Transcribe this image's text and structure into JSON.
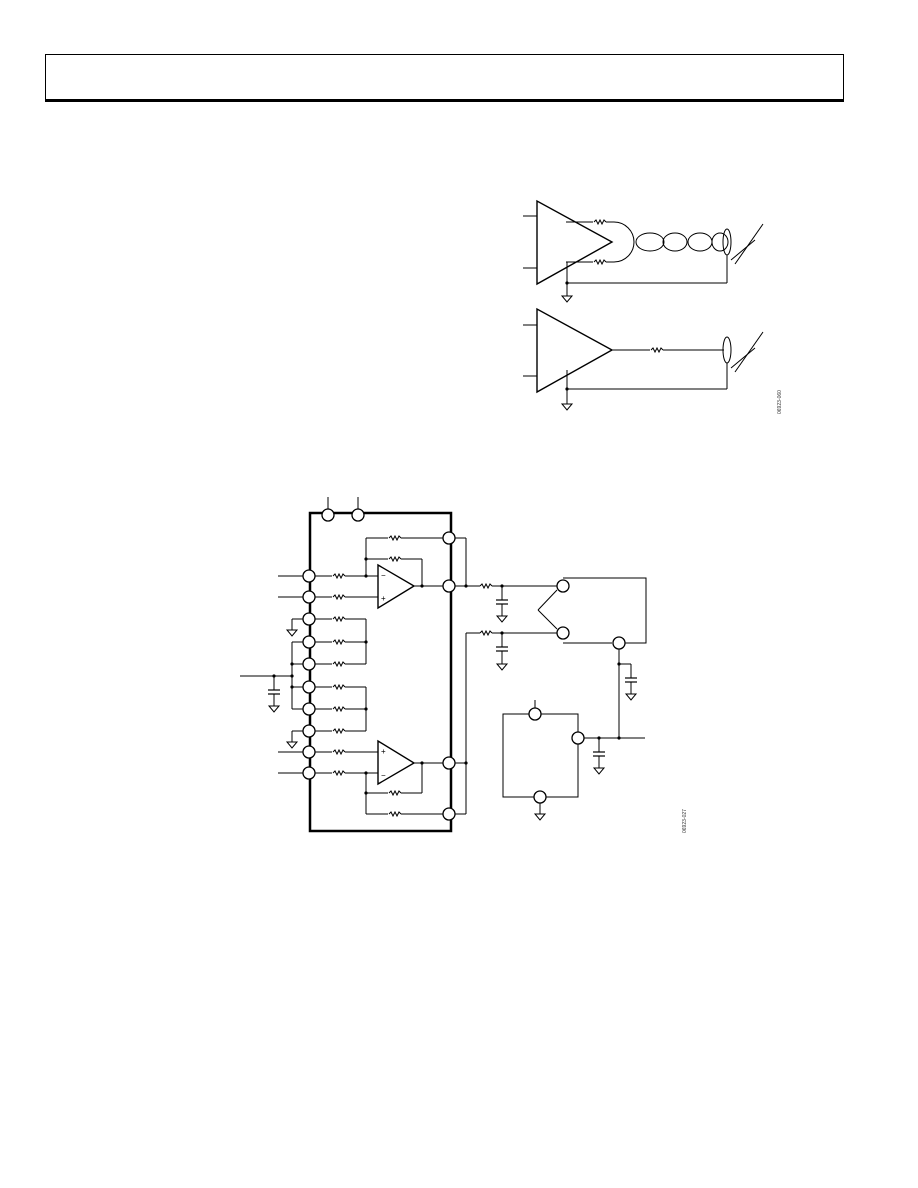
{
  "header": {
    "text": ""
  },
  "figures": [
    {
      "id": "cable-drive-figure",
      "figure_code": "06923-060"
    },
    {
      "id": "dual-amp-circuit-figure",
      "figure_code": "06923-027"
    }
  ],
  "amp_signs": {
    "top_minus": "−",
    "top_plus": "+",
    "bottom_plus": "+",
    "bottom_minus": "−"
  },
  "colors": {
    "ink": "#000000",
    "paper": "#ffffff"
  }
}
